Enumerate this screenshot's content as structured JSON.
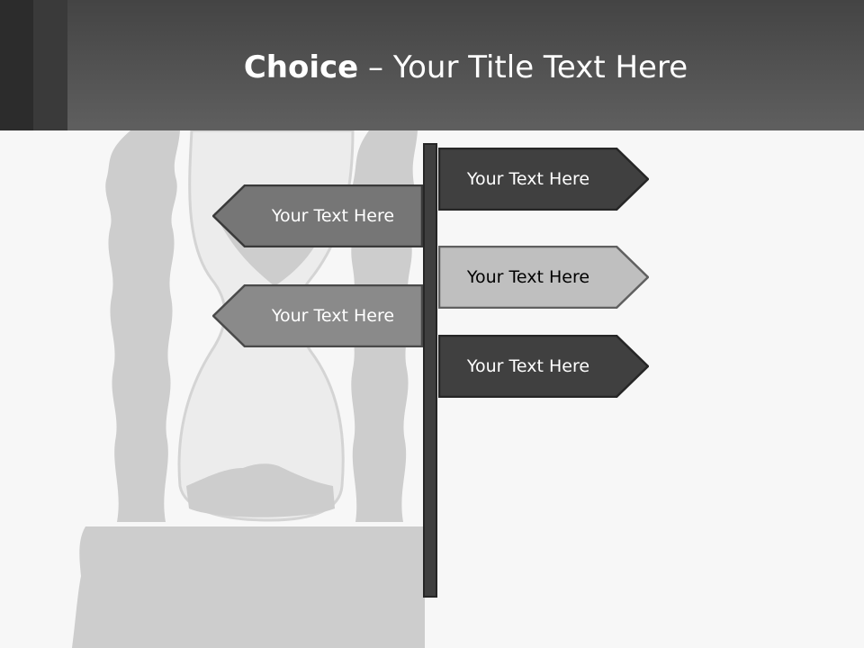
{
  "slide": {
    "title_bold": "Choice",
    "title_separator": " – ",
    "title_rest": "Your Title Text Here"
  },
  "signs": [
    {
      "direction": "right",
      "label": "Your Text Here",
      "fill": "#404040",
      "text_color": "#ffffff"
    },
    {
      "direction": "left",
      "label": "Your Text Here",
      "fill": "#767676",
      "text_color": "#ffffff"
    },
    {
      "direction": "right",
      "label": "Your Text Here",
      "fill": "#bfbfbf",
      "text_color": "#000000"
    },
    {
      "direction": "left",
      "label": "Your Text Here",
      "fill": "#8a8a8a",
      "text_color": "#ffffff"
    },
    {
      "direction": "right",
      "label": "Your Text Here",
      "fill": "#404040",
      "text_color": "#ffffff"
    }
  ],
  "colors": {
    "header": "#4f4f4f",
    "post": "#3f3f3f",
    "background": "#f7f7f7",
    "hourglass_silhouette": "#cdcdcd"
  }
}
